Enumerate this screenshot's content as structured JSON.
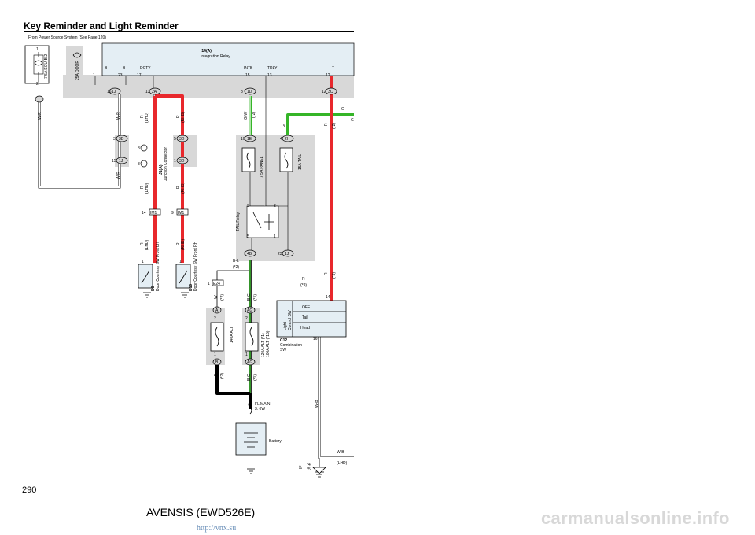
{
  "page": {
    "title": "Key Reminder and Light Reminder",
    "subtitle": "From Power Source System (See Page 120)",
    "page_number": "290",
    "model": "AVENSIS (EWD526E)",
    "watermark": "carmanualsonline.info",
    "source_link": "http://vnx.su"
  },
  "colors": {
    "red_wire": "#e8282c",
    "green_wire": "#35b528",
    "gray_box": "#d8d8d8",
    "light_box": "#e4eef4"
  },
  "diagram": {
    "fuses": {
      "ecu_b2": {
        "label": "7.5A ECU-B 2",
        "pin_top": "1",
        "pin_bottom": "2"
      },
      "door": {
        "label": "25A DOOR"
      },
      "panel": {
        "label": "7.5A PANEL"
      },
      "tail": {
        "label": "15A TAIL"
      },
      "alt_140": {
        "label": "140A ALT",
        "pin_top": "2",
        "pin_bottom": "1"
      },
      "alt_120": {
        "label1": "120A ALT (*1)",
        "label2": "100A ALT (*15)",
        "pin_top": "2",
        "pin_bottom": "1"
      },
      "fl_main": {
        "label1": "FL MAIN",
        "label2": "3. 0W"
      }
    },
    "relay_box": {
      "id": "I14(A)",
      "name": "Integration Relay",
      "terminals": [
        "B",
        "B",
        "DCTY",
        "INTB",
        "TRLY",
        "T"
      ],
      "pins": [
        "1",
        "23",
        "17",
        "15",
        "13",
        "12"
      ]
    },
    "tail_relay": {
      "label": "TAIL Relay",
      "pins": [
        "3",
        "2",
        "5",
        "1"
      ]
    },
    "connector_nodes": [
      "1J",
      "2A",
      "1D",
      "3C",
      "3D",
      "1J",
      "3D",
      "3D",
      "1E",
      "2H",
      "IM1",
      "4B",
      "1J",
      "3D",
      "E24",
      "A",
      "AG",
      "B",
      "AG"
    ],
    "pin_numbers": [
      "16",
      "13",
      "8",
      "12",
      "3",
      "15",
      "5",
      "1",
      "10",
      "4",
      "14",
      "9",
      "1",
      "1",
      "1",
      "23",
      "1",
      "2",
      "2",
      "1",
      "1",
      "14",
      "16"
    ],
    "junction": {
      "id": "J1(A)",
      "name": "Junction Connector",
      "pins": [
        "8",
        "8"
      ]
    },
    "switches": {
      "front_lh": {
        "id": "D9",
        "name": "Door Courtesy SW Front LH",
        "pin": "1"
      },
      "front_rh": {
        "id": "D10",
        "name": "Door Courtesy SW Front RH",
        "pin": "1"
      }
    },
    "combination_sw": {
      "id": "C12",
      "name1": "Combination",
      "name2": "SW",
      "group_label1": "Light",
      "group_label2": "Control SW",
      "positions": [
        "OFF",
        "Tail",
        "Head"
      ],
      "pins": [
        "14",
        "16"
      ]
    },
    "battery": {
      "label": "Battery"
    },
    "ground": {
      "id": "IF",
      "notes": [
        "*4",
        "*5"
      ]
    },
    "wire_labels": {
      "w_r": "W-R",
      "r": "R",
      "lhd": "(LHD)",
      "rhd": "(RHD)",
      "g_w": "G-W",
      "g": "G",
      "b_l": "B-L",
      "w": "W",
      "b_g": "B-G",
      "b": "B",
      "w_b": "W-B",
      "n2": "(*2)",
      "n1": "(*1)",
      "n3": "(*3)",
      "n9": "(*9)"
    }
  }
}
